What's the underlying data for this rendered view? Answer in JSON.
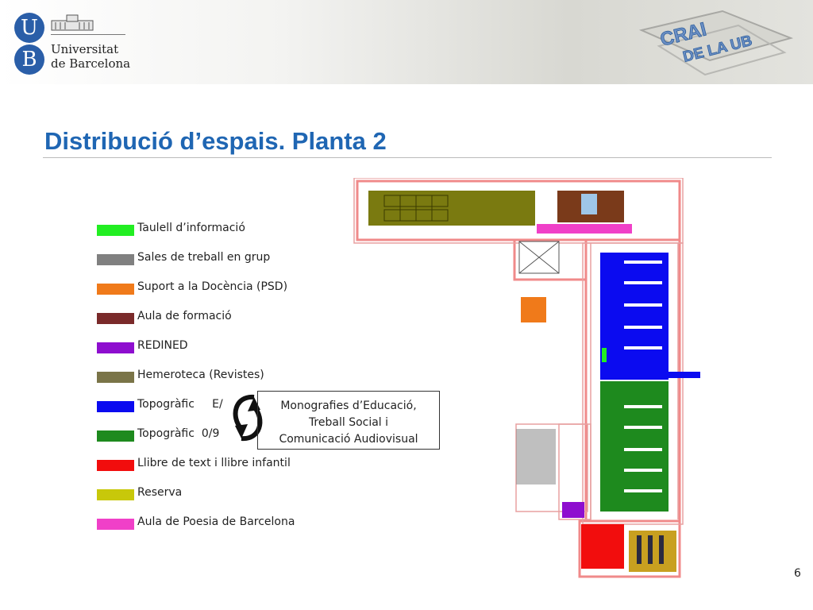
{
  "header": {
    "logo_letter_u": "U",
    "logo_letter_b": "B",
    "university_line1": "Universitat",
    "university_line2": "de Barcelona",
    "crai_line1": "CRAI",
    "crai_line2": "DE LA UB"
  },
  "title": "Distribució d’espais. Planta 2",
  "legend": [
    {
      "label": "Taulell d’informació",
      "color": "#22ee22"
    },
    {
      "label": "Sales de treball en grup",
      "color": "#808080"
    },
    {
      "label": "Suport a la Docència (PSD)",
      "color": "#f07a1a"
    },
    {
      "label": "Aula de formació",
      "color": "#7a2a2a"
    },
    {
      "label": "REDINED",
      "color": "#8e0ecf"
    },
    {
      "label": "Hemeroteca (Revistes)",
      "color": "#7a7448"
    },
    {
      "label": "Topogràfic     E/",
      "color": "#0b0bf0"
    },
    {
      "label": "Topogràfic  0/9",
      "color": "#1e8a1e"
    },
    {
      "label": "Llibre de text i llibre infantil",
      "color": "#f20d0d"
    },
    {
      "label": "Reserva",
      "color": "#c8c80a"
    },
    {
      "label": "Aula de Poesia de Barcelona",
      "color": "#f040c8"
    }
  ],
  "note": {
    "line1": "Monografies d’Educació,",
    "line2": "Treball Social i",
    "line3": "Comunicació Audiovisual"
  },
  "page_number": "6"
}
